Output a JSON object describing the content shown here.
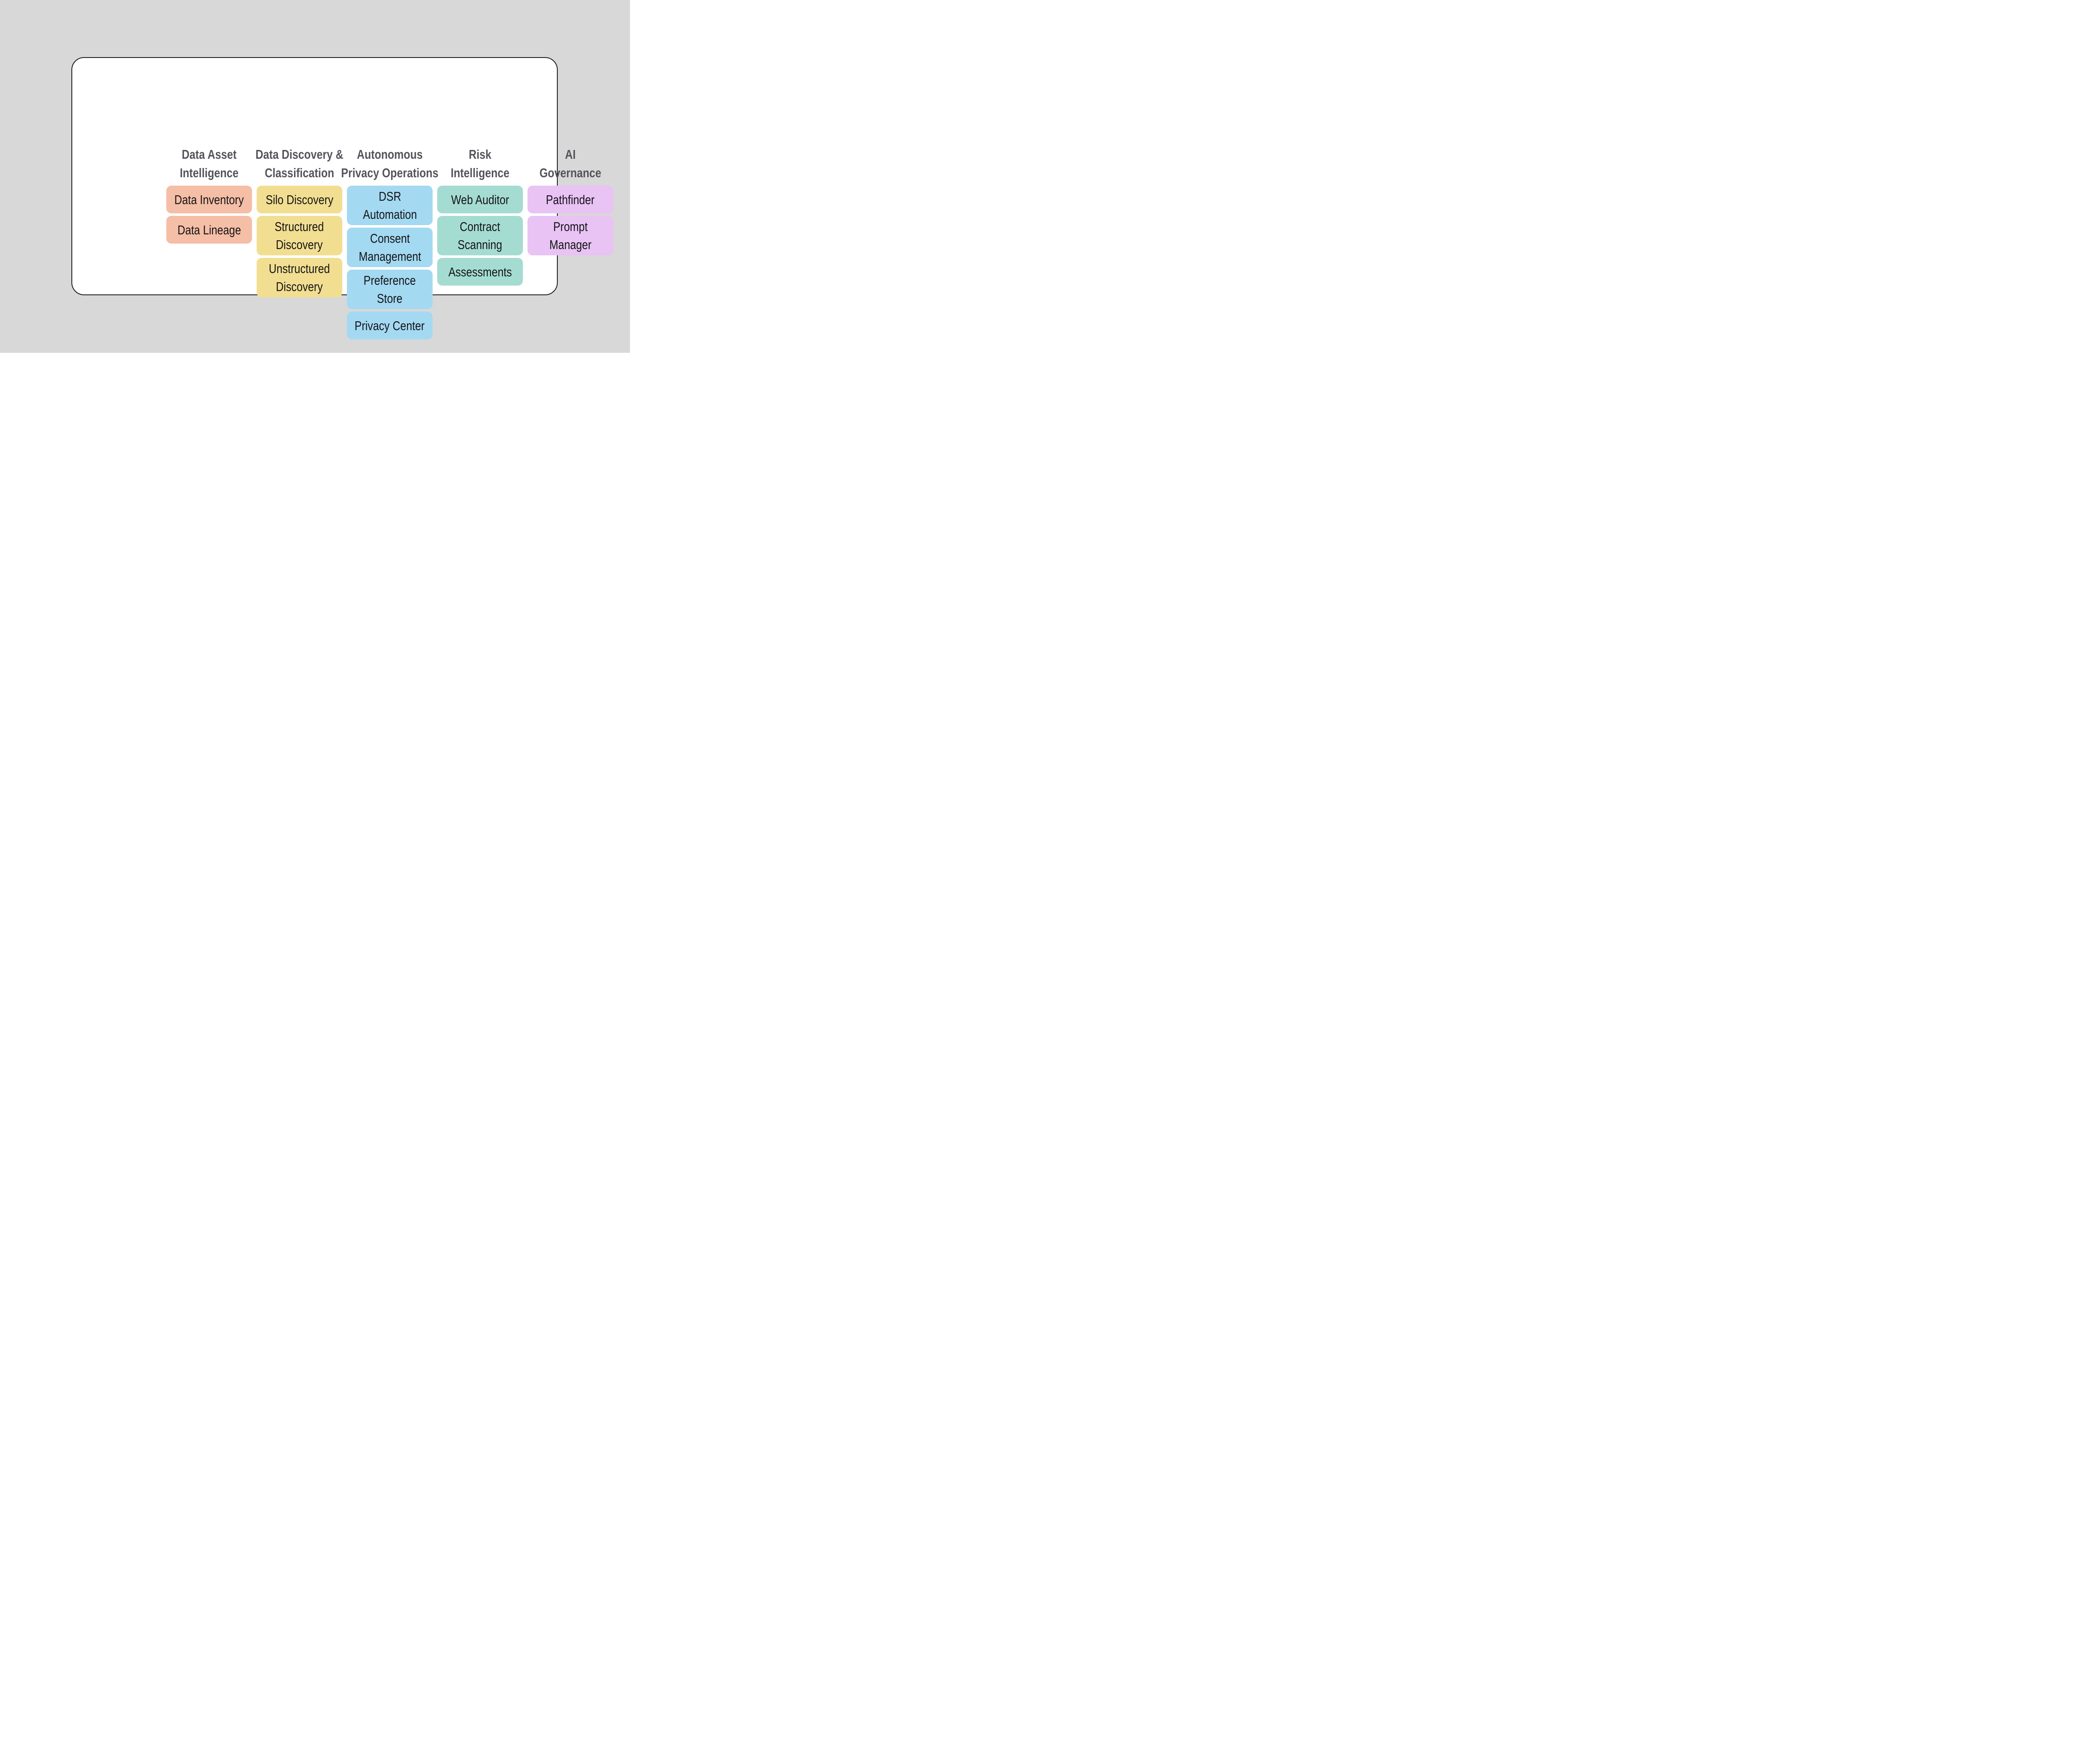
{
  "palette": {
    "background": "#D8D8D8",
    "card_background": "#FFFFFF",
    "card_border": "#1B1B1D",
    "header_text": "#54545C",
    "box_text": "#141417"
  },
  "columns": [
    {
      "header": "Data Asset\nIntelligence",
      "color": "#F5BEA6",
      "items": [
        {
          "label": "Data Inventory"
        },
        {
          "label": "Data Lineage"
        }
      ]
    },
    {
      "header": "Data Discovery &\nClassification",
      "color": "#F2DE91",
      "items": [
        {
          "label": "Silo Discovery"
        },
        {
          "label": "Structured\nDiscovery"
        },
        {
          "label": "Unstructured\nDiscovery"
        }
      ]
    },
    {
      "header": "Autonomous\nPrivacy Operations",
      "color": "#A4D9F2",
      "items": [
        {
          "label": "DSR\nAutomation"
        },
        {
          "label": "Consent\nManagement"
        },
        {
          "label": "Preference\nStore"
        },
        {
          "label": "Privacy Center"
        }
      ]
    },
    {
      "header": "Risk\nIntelligence",
      "color": "#A5DCD2",
      "items": [
        {
          "label": "Web Auditor"
        },
        {
          "label": "Contract\nScanning"
        },
        {
          "label": "Assessments"
        }
      ]
    },
    {
      "header": "AI\nGovernance",
      "color": "#E8C3F4",
      "items": [
        {
          "label": "Pathfinder"
        },
        {
          "label": "Prompt\nManager"
        }
      ]
    }
  ]
}
